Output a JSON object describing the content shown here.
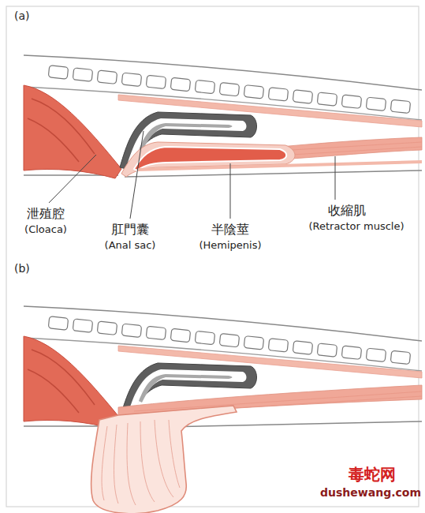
{
  "diagram": {
    "labels": [
      "(a)",
      "泄殖腔",
      "(Cloaca)",
      "肛門囊",
      "(Anal sac)",
      "半陰莖",
      "(Hemipenis)",
      "收縮肌",
      "(Retractor muscle)",
      "(b)",
      "毒蛇网",
      "dushewang.com"
    ]
  }
}
